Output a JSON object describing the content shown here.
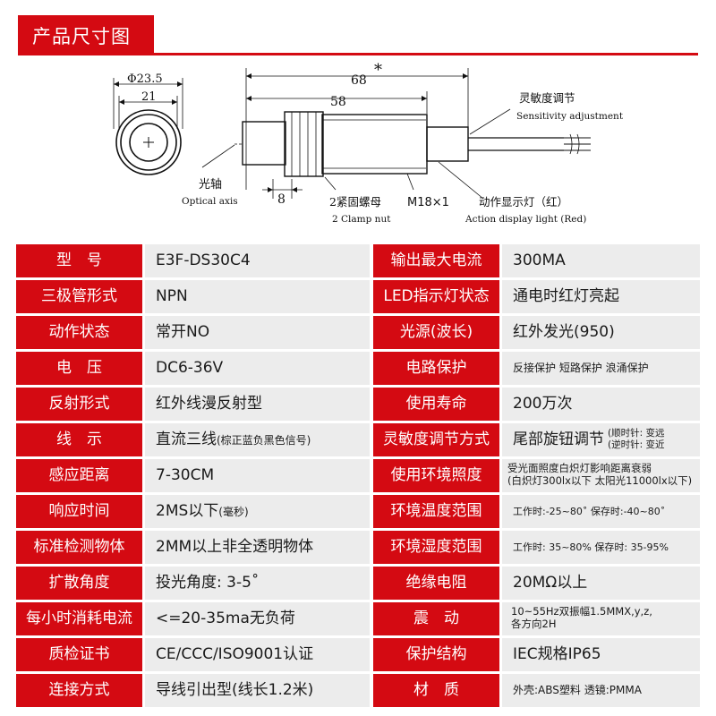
{
  "header": {
    "title": "产品尺寸图"
  },
  "diagram": {
    "phi": "Φ23.5",
    "d21": "21",
    "d68": "68",
    "star": "*",
    "d58": "58",
    "d8": "8",
    "thread": "M18×1",
    "axis_cn": "光轴",
    "axis_en": "Optical axis",
    "nut_cn": "2紧固螺母",
    "nut_en": "2 Clamp nut",
    "light_cn": "动作显示灯（红）",
    "light_en": "Action display light (Red)",
    "sens_cn": "灵敏度调节",
    "sens_en": "Sensitivity adjustment"
  },
  "specs": {
    "r1": {
      "l1": "型　号",
      "v1": "E3F-DS30C4",
      "l2": "输出最大电流",
      "v2": "300MA"
    },
    "r2": {
      "l1": "三极管形式",
      "v1": "NPN",
      "l2": "LED指示灯状态",
      "v2": "通电时红灯亮起"
    },
    "r3": {
      "l1": "动作状态",
      "v1": "常开NO",
      "l2": "光源(波长)",
      "v2": "红外发光(950)"
    },
    "r4": {
      "l1": "电　压",
      "v1": "DC6-36V",
      "l2": "电路保护",
      "v2": "反接保护 短路保护 浪涌保护"
    },
    "r5": {
      "l1": "反射形式",
      "v1": "红外线漫反射型",
      "l2": "使用寿命",
      "v2": "200万次"
    },
    "r6": {
      "l1": "线　示",
      "v1": "直流三线",
      "v1_small": "(棕正蓝负黑色信号)",
      "l2": "灵敏度调节方式",
      "v2": "尾部旋钮调节",
      "v2_line1": "(顺时针: 变远",
      "v2_line2": "(逆时针: 变近"
    },
    "r7": {
      "l1": "感应距离",
      "v1": "7-30CM",
      "l2": "使用环境照度",
      "v2_line1": "受光面照度白炽灯影响距离衰弱",
      "v2_line2": "(白炽灯300lx以下 太阳光11000lx以下)"
    },
    "r8": {
      "l1": "响应时间",
      "v1": "2MS以下",
      "v1_small": "(毫秒)",
      "l2": "环境温度范围",
      "v2": "工作时:-25~80˚  保存时:-40~80˚"
    },
    "r9": {
      "l1": "标准检测物体",
      "v1": "2MM以上非全透明物体",
      "l2": "环境湿度范围",
      "v2": "工作时: 35~80% 保存时: 35-95%"
    },
    "r10": {
      "l1": "扩散角度",
      "v1": "投光角度: 3-5˚",
      "l2": "绝缘电阻",
      "v2": "20MΩ以上"
    },
    "r11": {
      "l1": "每小时消耗电流",
      "v1": "<=20-35ma无负荷",
      "l2": "震　动",
      "v2_line1": "10~55Hz双振幅1.5MMX,y,z,",
      "v2_line2": "各方向2H"
    },
    "r12": {
      "l1": "质检证书",
      "v1": "CE/CCC/ISO9001认证",
      "l2": "保护结构",
      "v2": "IEC规格IP65"
    },
    "r13": {
      "l1": "连接方式",
      "v1": "导线引出型(线长1.2米)",
      "l2": "材　质",
      "v2": "外壳:ABS塑料 透镜:PMMA"
    }
  },
  "colors": {
    "accent": "#d40a12",
    "cell_bg": "#ececec"
  }
}
